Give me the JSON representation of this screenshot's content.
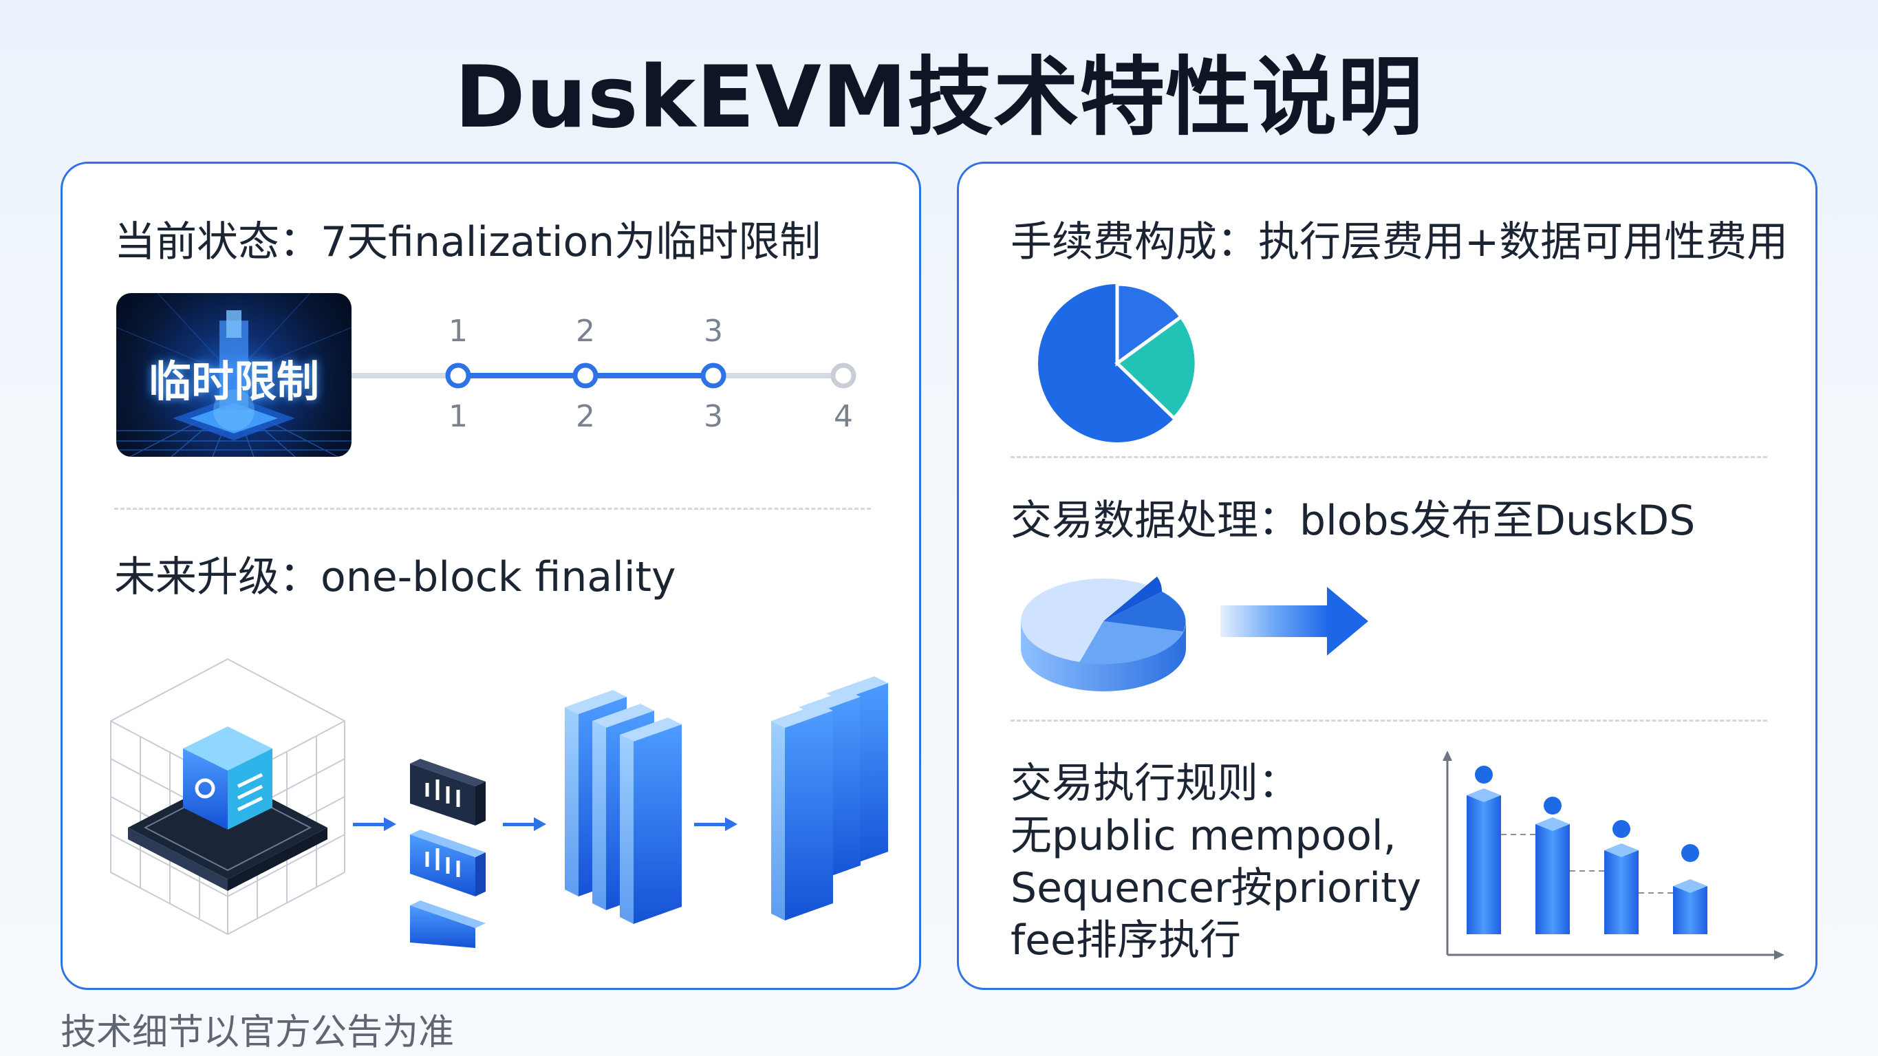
{
  "title": "DuskEVM技术特性说明",
  "left": {
    "current_status": "当前状态：7天finalization为临时限制",
    "temp_card_label": "临时限制",
    "timeline": {
      "top_labels": [
        "1",
        "2",
        "3"
      ],
      "bottom_labels": [
        "1",
        "2",
        "3",
        "4"
      ]
    },
    "future_upgrade": "未来升级：one-block finality"
  },
  "right": {
    "fee_composition": "手续费构成：执行层费用+数据可用性费用",
    "data_processing": "交易数据处理：blobs发布至DuskDS",
    "execution_rules": {
      "lines": [
        "交易执行规则：",
        "无public mempool,",
        "Sequencer按priority",
        "fee排序执行"
      ]
    }
  },
  "footer": "技术细节以官方公告为准",
  "colors": {
    "accent": "#2d73e6",
    "pie_blue": "#1e6ae6",
    "pie_teal": "#22c3b6",
    "dark_title": "#0e1524"
  }
}
